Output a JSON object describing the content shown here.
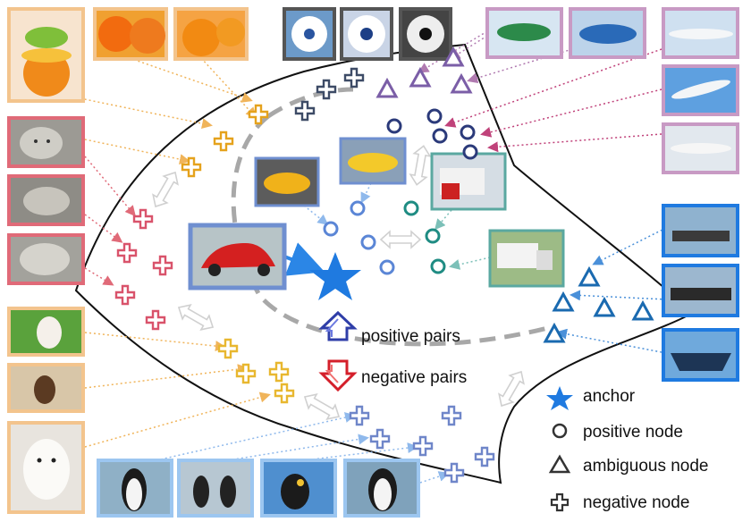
{
  "legend": {
    "positive_pairs": "positive pairs",
    "negative_pairs": "negative pairs",
    "anchor": "anchor",
    "positive_node": "positive node",
    "ambiguous_node": "ambiguous node",
    "negative_node": "negative node"
  },
  "colors": {
    "anchor": "#1f7ae0",
    "negative_blue": "#6f86c9",
    "positive_blue": "#5b86d6",
    "teal": "#1f8c83",
    "navy": "#1c4f9e",
    "purple": "#7b5ea7",
    "orange": "#e5a21c",
    "red": "#d9536b",
    "yellow": "#e8b72f",
    "dark_blue": "#1a6ab0"
  },
  "images": [
    {
      "id": "orange-1",
      "group": "orange",
      "border": "#f3c48d"
    },
    {
      "id": "orange-2",
      "group": "orange",
      "border": "#f3c48d"
    },
    {
      "id": "orange-3",
      "group": "orange",
      "border": "#f3c48d"
    },
    {
      "id": "leopard-1",
      "group": "leopard",
      "border": "#e06a78"
    },
    {
      "id": "leopard-2",
      "group": "leopard",
      "border": "#e06a78"
    },
    {
      "id": "leopard-3",
      "group": "leopard",
      "border": "#e06a78"
    },
    {
      "id": "dog-1",
      "group": "dog",
      "border": "#f3c48d"
    },
    {
      "id": "dog-2",
      "group": "dog",
      "border": "#f3c48d"
    },
    {
      "id": "dog-3",
      "group": "dog",
      "border": "#f3c48d"
    },
    {
      "id": "ball-1",
      "group": "ball",
      "border": "#555555"
    },
    {
      "id": "ball-2",
      "group": "ball",
      "border": "#555555"
    },
    {
      "id": "ball-3",
      "group": "ball",
      "border": "#555555"
    },
    {
      "id": "blimp-1",
      "group": "blimp",
      "border": "#c89ac4"
    },
    {
      "id": "blimp-2",
      "group": "blimp",
      "border": "#c89ac4"
    },
    {
      "id": "plane-1",
      "group": "plane",
      "border": "#c89ac4"
    },
    {
      "id": "plane-2",
      "group": "plane",
      "border": "#c89ac4"
    },
    {
      "id": "plane-3",
      "group": "plane",
      "border": "#c89ac4"
    },
    {
      "id": "ship-1",
      "group": "ship",
      "border": "#1f7ae0"
    },
    {
      "id": "ship-2",
      "group": "ship",
      "border": "#1f7ae0"
    },
    {
      "id": "ship-3",
      "group": "ship",
      "border": "#1f7ae0"
    },
    {
      "id": "penguin-1",
      "group": "penguin",
      "border": "#9cc6f0"
    },
    {
      "id": "penguin-2",
      "group": "penguin",
      "border": "#9cc6f0"
    },
    {
      "id": "penguin-3",
      "group": "penguin",
      "border": "#9cc6f0"
    },
    {
      "id": "penguin-4",
      "group": "penguin",
      "border": "#9cc6f0"
    },
    {
      "id": "car-anchor",
      "group": "car",
      "border": "#6f8fd0"
    },
    {
      "id": "car-2",
      "group": "car",
      "border": "#6f8fd0"
    },
    {
      "id": "car-3",
      "group": "car",
      "border": "#6f8fd0"
    },
    {
      "id": "truck-1",
      "group": "truck",
      "border": "#5aa8a0"
    },
    {
      "id": "truck-2",
      "group": "truck",
      "border": "#5aa8a0"
    }
  ]
}
